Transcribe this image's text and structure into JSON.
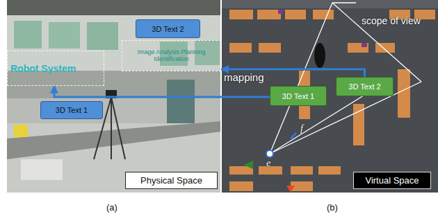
{
  "diagram": {
    "nodes": [
      {
        "text": [
          "3D Text 2"
        ]
      },
      {
        "text": [
          "Image Analysis Planning Identification"
        ]
      },
      {
        "text": [
          "Robot System"
        ]
      },
      {
        "text": [
          "3D Text 1"
        ]
      },
      {
        "text": [
          "Physical Space"
        ]
      },
      {
        "text": [
          "3D Text 1"
        ]
      },
      {
        "text": [
          "3D Text 2"
        ]
      },
      {
        "text": [
          "Virtual Space"
        ]
      }
    ],
    "edges": [
      {
        "from": 5,
        "to": 2,
        "arrow": "to"
      },
      {
        "from": 6,
        "to": 1,
        "arrow": "to"
      }
    ],
    "labels": [
      "mapping",
      "scope of view",
      "f",
      "e",
      "(a)",
      "(b)"
    ]
  }
}
